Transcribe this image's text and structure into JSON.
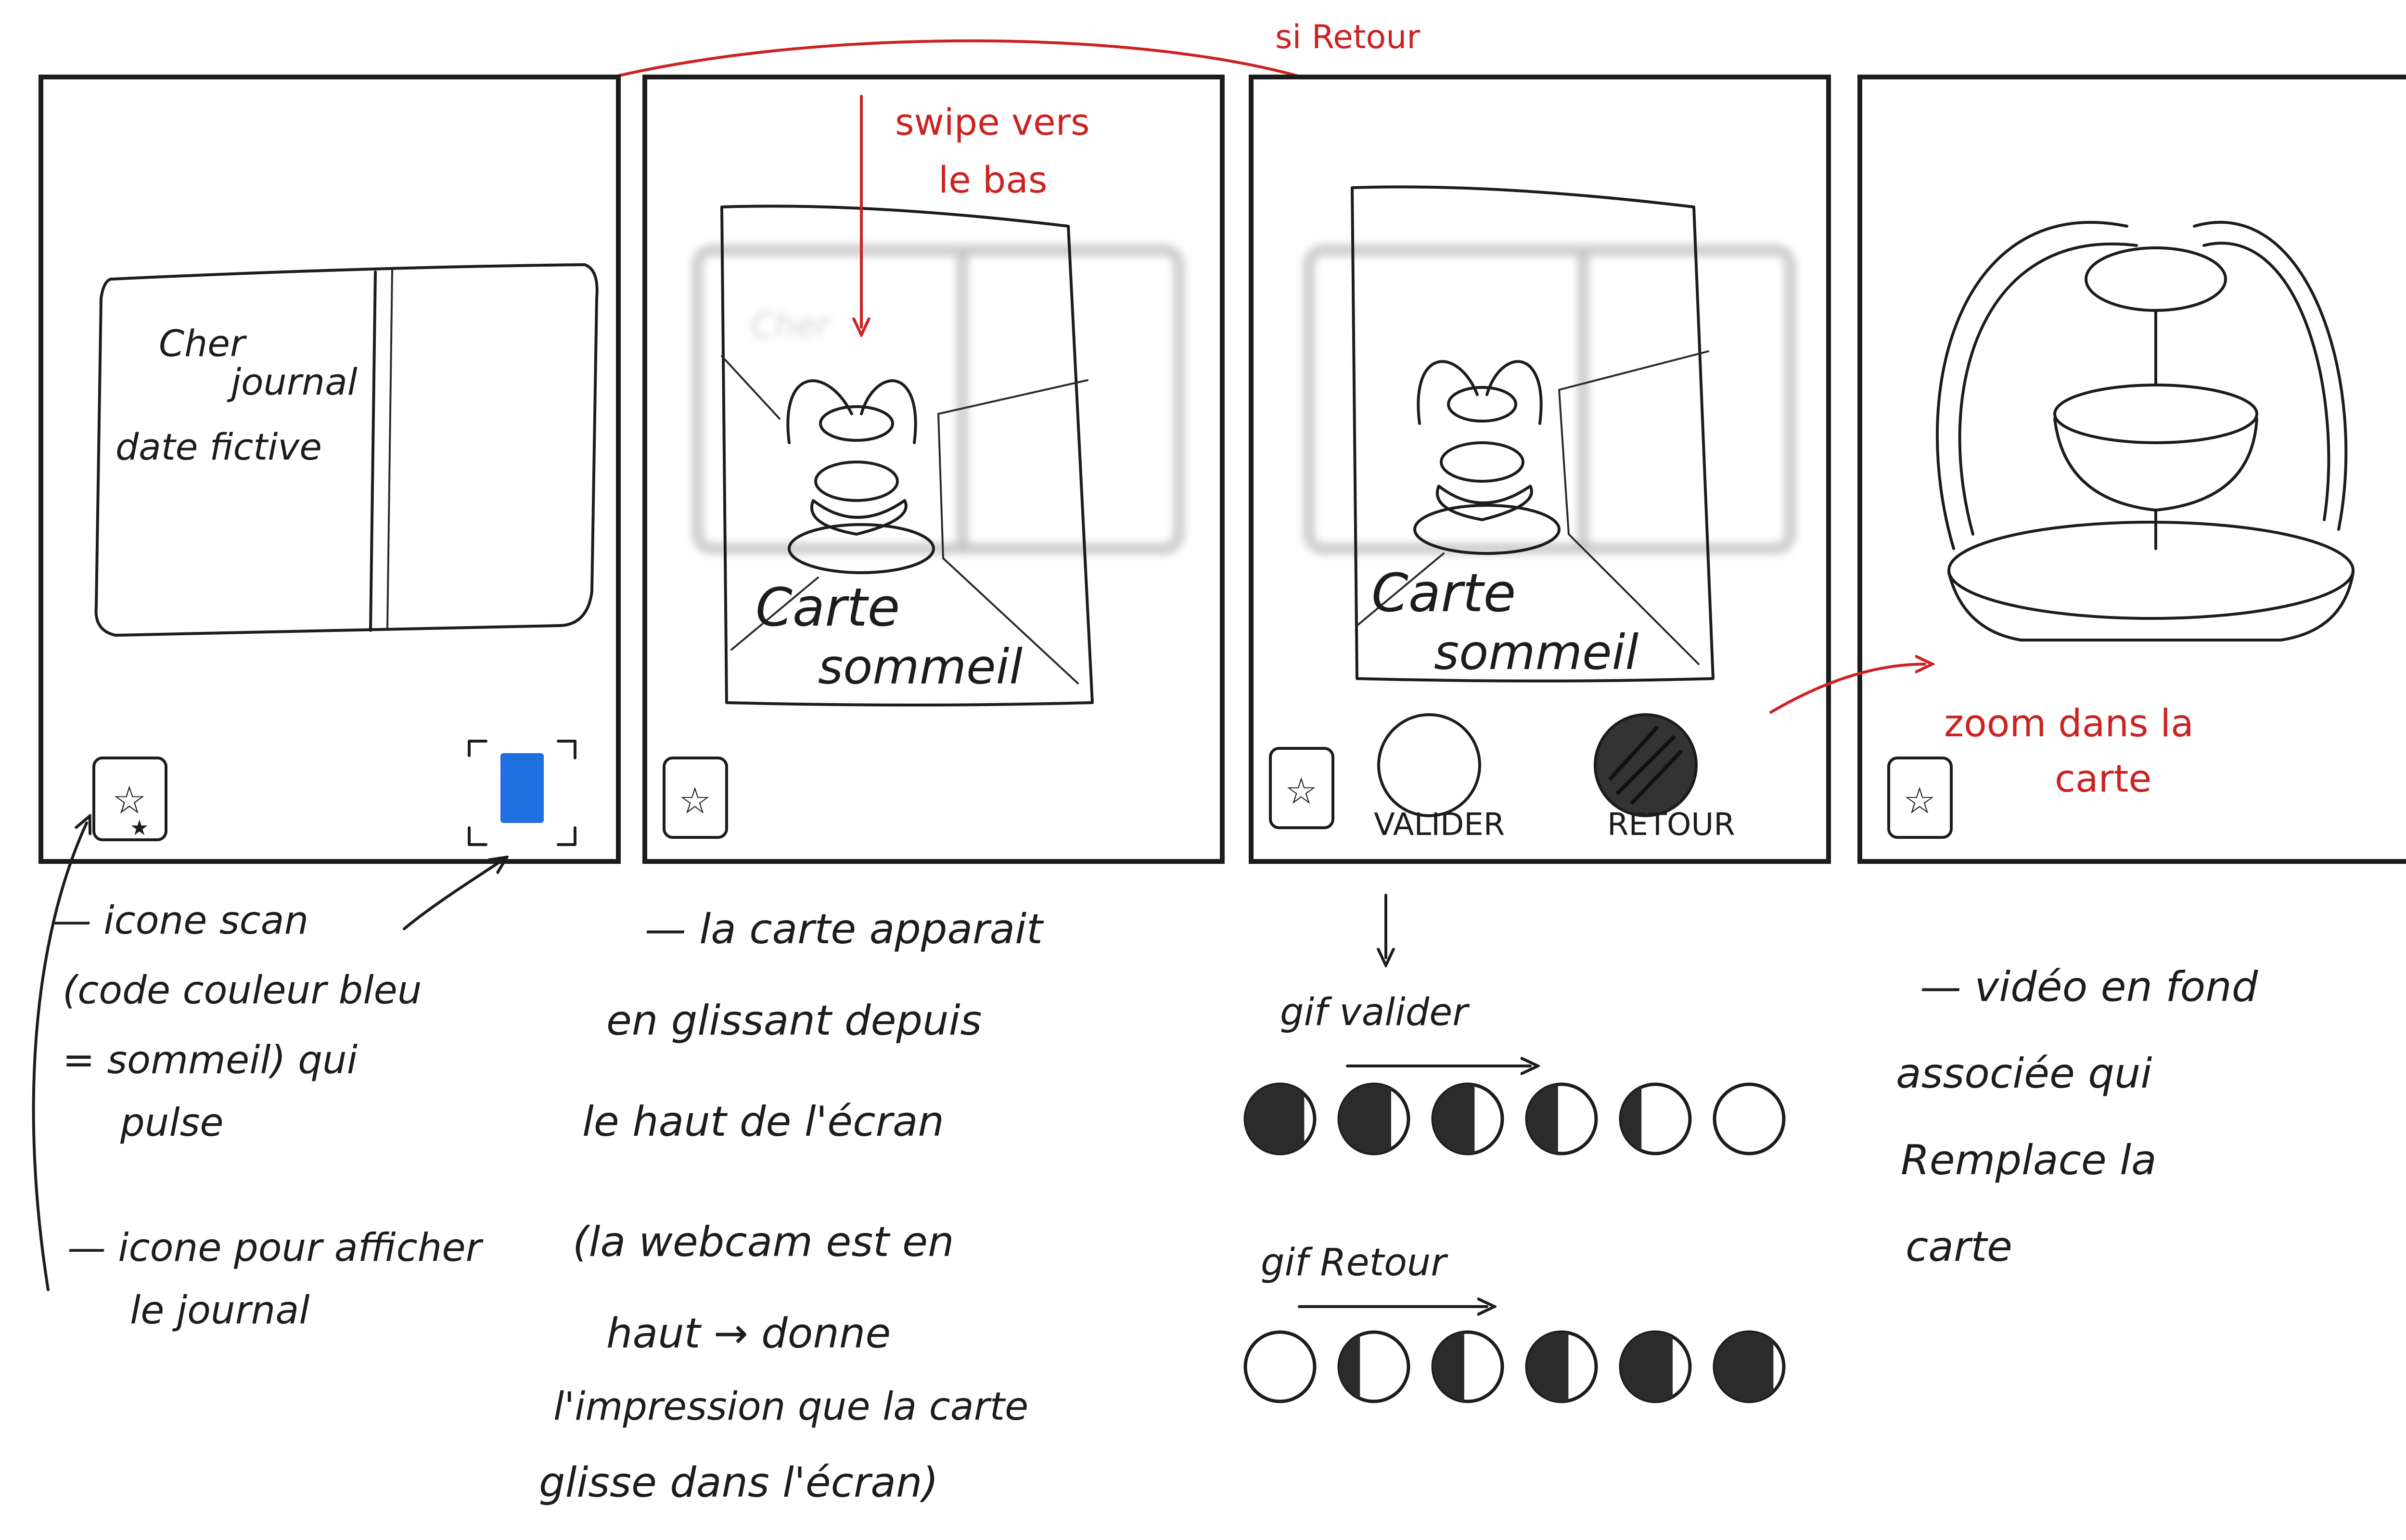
{
  "top_annotation": {
    "label": "si Retour"
  },
  "panel1": {
    "journal_text": [
      "Cher",
      "journal",
      "date fictive"
    ]
  },
  "panel2": {
    "annotation": [
      "swipe vers",
      "le bas"
    ],
    "card_text": [
      "Carte",
      "sommeil"
    ]
  },
  "panel3": {
    "card_text": [
      "Carte",
      "sommeil"
    ],
    "buttons": {
      "validate": "VALIDER",
      "back": "RETOUR"
    }
  },
  "panel4": {
    "annotation": [
      "zoom dans la",
      "carte"
    ]
  },
  "notes": {
    "col1": {
      "scan": [
        "— icone scan",
        "(code couleur bleu",
        "= sommeil) qui",
        "pulse"
      ],
      "journal": [
        "— icone pour afficher",
        "le journal"
      ]
    },
    "col2": [
      "— la carte apparait",
      "en glissant depuis",
      "le haut de l'écran",
      "(la webcam est en",
      "haut → donne",
      "l'impression que la carte",
      "glisse dans l'écran)"
    ],
    "col3": {
      "gif_validate": "gif valider",
      "gif_back": "gif Retour"
    },
    "col4": [
      "— vidéo en fond",
      "associée qui",
      "Remplace la",
      "carte"
    ]
  },
  "gif_validate_fills": [
    0.85,
    0.75,
    0.6,
    0.45,
    0.3,
    0
  ],
  "gif_back_fills": [
    0,
    0.3,
    0.45,
    0.6,
    0.75,
    0.85
  ],
  "colors": {
    "ink": "#1c1c1c",
    "annotation_red": "#cc2222",
    "scan_blue": "#1f6fe0"
  }
}
